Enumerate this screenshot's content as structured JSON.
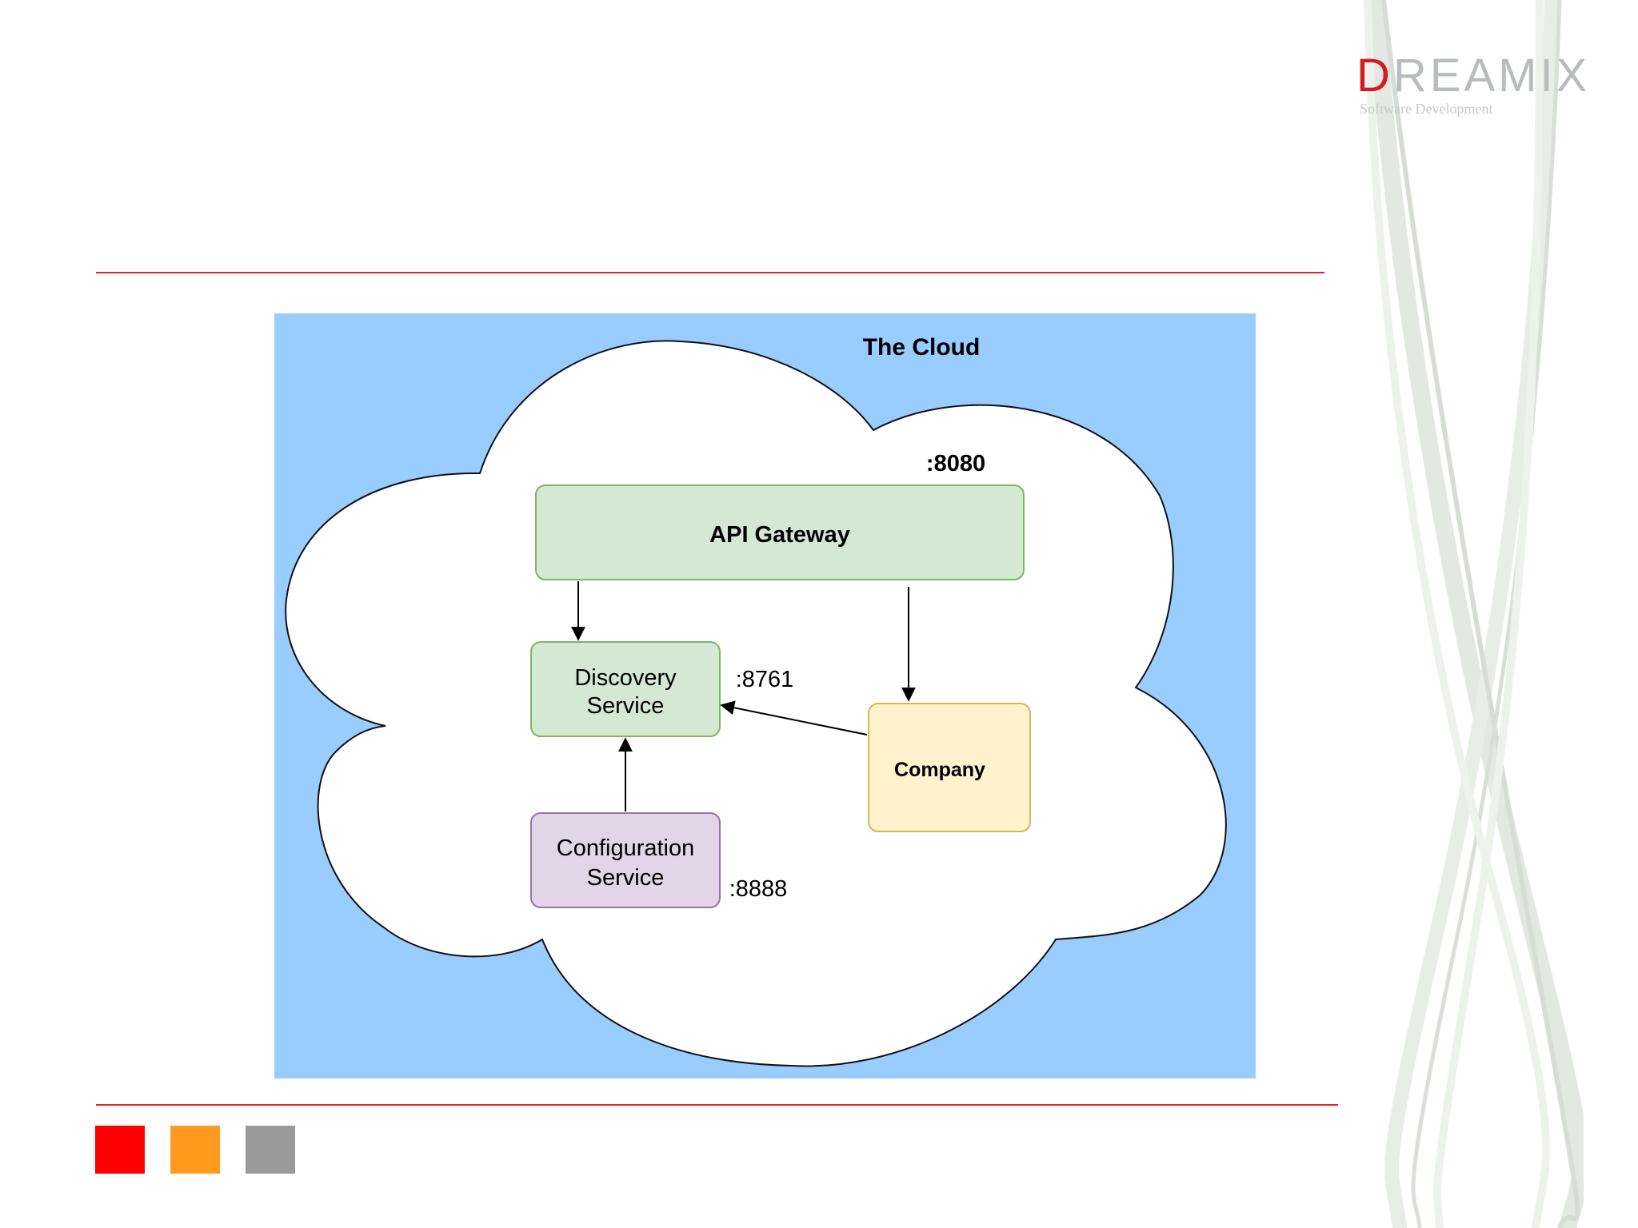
{
  "logo": {
    "first_letter": "D",
    "rest": "REAMIX",
    "tagline": "Software Development"
  },
  "diagram": {
    "title": "The Cloud",
    "nodes": {
      "gateway": {
        "label": "API Gateway",
        "port": ":8080",
        "fill": "#d5e8d4",
        "stroke": "#82b366"
      },
      "discovery": {
        "label_lines": [
          "Discovery",
          "Service"
        ],
        "port": ":8761",
        "fill": "#d5e8d4",
        "stroke": "#82b366"
      },
      "config": {
        "label_lines": [
          "Configuration",
          "Service"
        ],
        "port": ":8888",
        "fill": "#e1d5e7",
        "stroke": "#9673a6"
      },
      "company": {
        "label": "Company",
        "fill": "#fff2cc",
        "stroke": "#d6b656"
      }
    },
    "edges": [
      {
        "from": "API Gateway",
        "to": "Discovery Service"
      },
      {
        "from": "API Gateway",
        "to": "Company"
      },
      {
        "from": "Company",
        "to": "Discovery Service"
      },
      {
        "from": "Configuration Service",
        "to": "Discovery Service"
      }
    ]
  },
  "colors": {
    "accent": "#e52420",
    "background_panel": "#99ccff",
    "cloud_fill": "#ffffff",
    "squares": [
      "#ff0000",
      "#ff9a1f",
      "#9a9a9a"
    ]
  }
}
